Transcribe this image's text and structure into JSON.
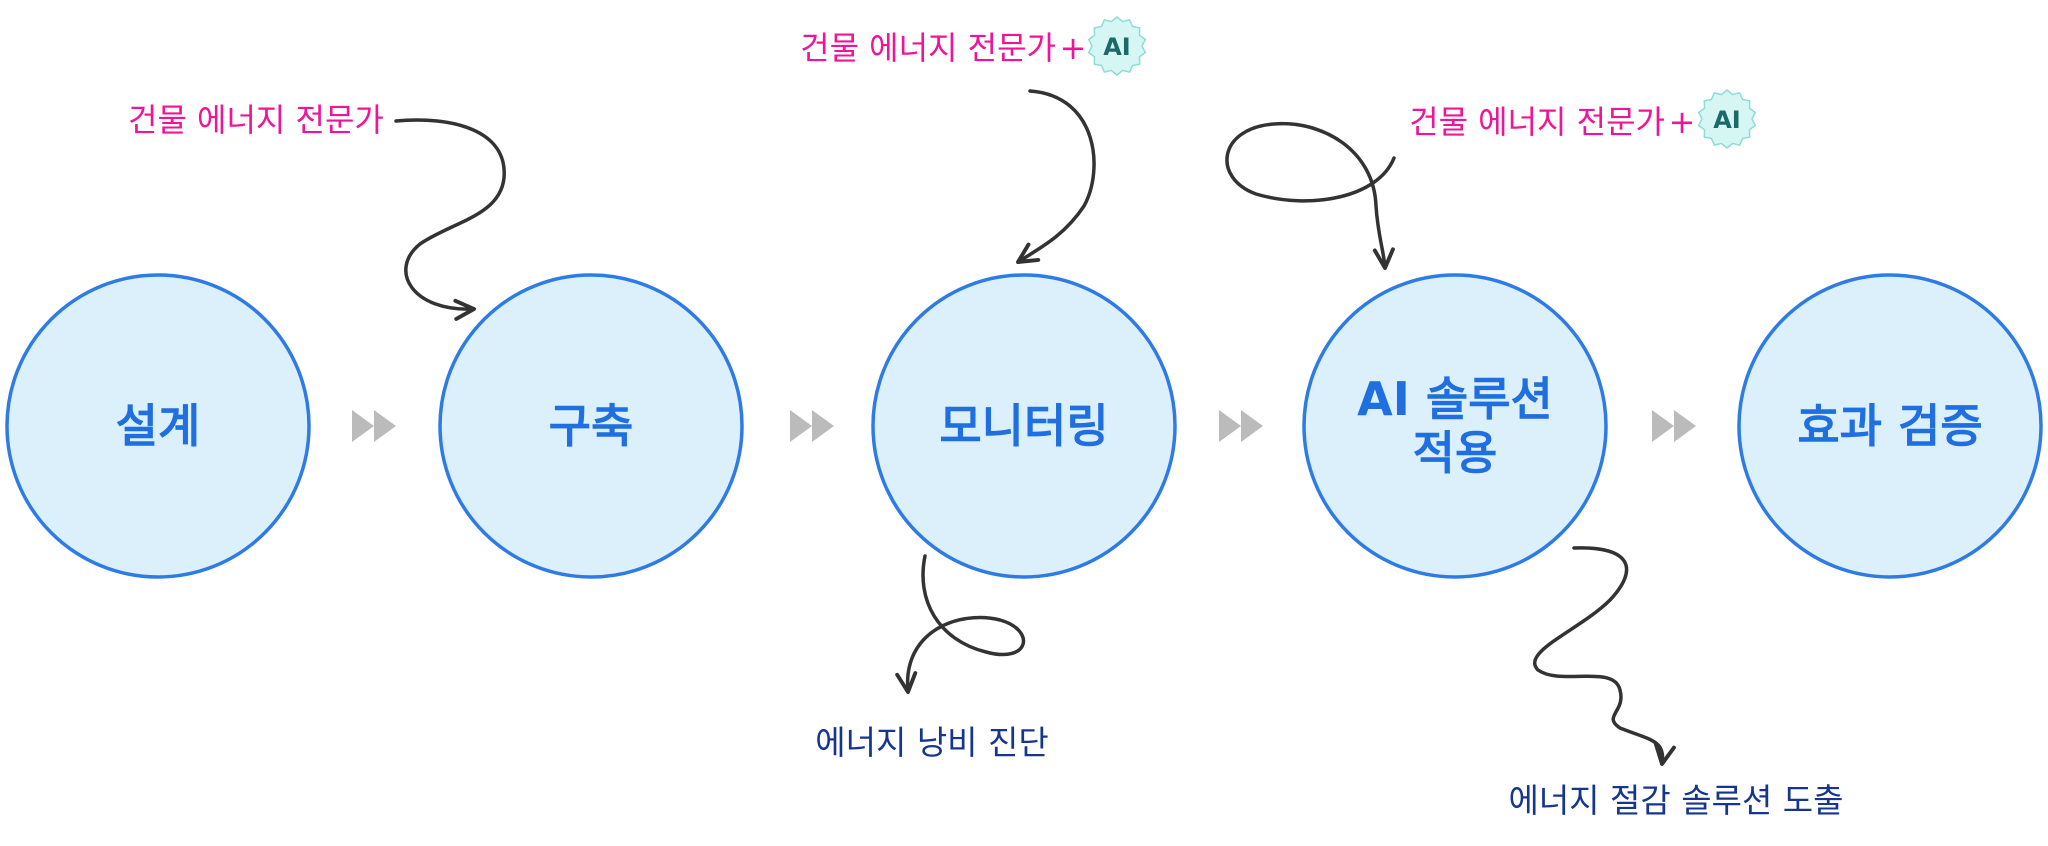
{
  "colors": {
    "circle_fill": "#dcf0fb",
    "circle_stroke": "#2e7be6",
    "stage_text": "#1f6fe0",
    "expert_text": "#ee1596",
    "outcome_text": "#14368f",
    "chevron": "#bbbbbb",
    "ai_badge_fill": "#d6f6f4",
    "ai_badge_stroke": "#8fdcd6",
    "ai_badge_text": "#1c6a68",
    "arrow": "#333333"
  },
  "stages": [
    {
      "lines": [
        "설계"
      ]
    },
    {
      "lines": [
        "구축"
      ]
    },
    {
      "lines": [
        "모니터링"
      ]
    },
    {
      "lines": [
        "AI 솔루션",
        "적용"
      ]
    },
    {
      "lines": [
        "효과 검증"
      ]
    }
  ],
  "expert_labels": [
    {
      "text": "건물 에너지 전문가",
      "plus": "",
      "badge": ""
    },
    {
      "text": "건물 에너지 전문가",
      "plus": "+",
      "badge": "AI"
    },
    {
      "text": "건물 에너지 전문가",
      "plus": "+",
      "badge": "AI"
    }
  ],
  "outcomes": [
    {
      "text": "에너지 낭비 진단"
    },
    {
      "text": "에너지 절감 솔루션 도출"
    }
  ],
  "icons": {
    "flow_chevron": "double-chevron-right-icon",
    "ai_badge": "ai-sparkle-badge-icon",
    "curved_arrow": "curved-arrow-icon"
  }
}
